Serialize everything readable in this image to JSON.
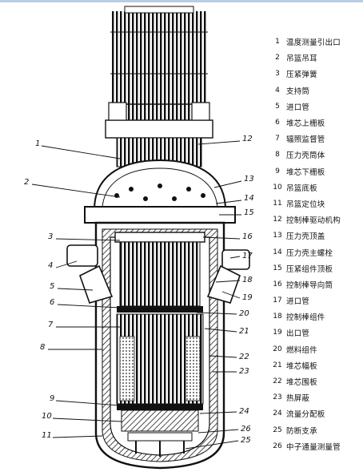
{
  "diagram": {
    "callouts": [
      "1",
      "12",
      "2",
      "13",
      "14",
      "15",
      "3",
      "16",
      "4",
      "17",
      "18",
      "5",
      "19",
      "6",
      "20",
      "7",
      "21",
      "8",
      "22",
      "23",
      "9",
      "24",
      "10",
      "26",
      "11",
      "25"
    ],
    "legend": [
      {
        "num": "1",
        "label": "温度测量引出口"
      },
      {
        "num": "2",
        "label": "吊篮吊耳"
      },
      {
        "num": "3",
        "label": "压紧弹簧"
      },
      {
        "num": "4",
        "label": "支持筒"
      },
      {
        "num": "5",
        "label": "进口管"
      },
      {
        "num": "6",
        "label": "堆芯上栅板"
      },
      {
        "num": "7",
        "label": "辐照监督管"
      },
      {
        "num": "8",
        "label": "压力壳筒体"
      },
      {
        "num": "9",
        "label": "堆芯下栅板"
      },
      {
        "num": "10",
        "label": "吊篮底板"
      },
      {
        "num": "11",
        "label": "吊篮定位块"
      },
      {
        "num": "12",
        "label": "控制棒驱动机构"
      },
      {
        "num": "13",
        "label": "压力壳顶盖"
      },
      {
        "num": "14",
        "label": "压力壳主螺栓"
      },
      {
        "num": "15",
        "label": "压紧组件顶板"
      },
      {
        "num": "16",
        "label": "控制棒导向筒"
      },
      {
        "num": "17",
        "label": "进口管"
      },
      {
        "num": "18",
        "label": "控制棒组件"
      },
      {
        "num": "19",
        "label": "出口管"
      },
      {
        "num": "20",
        "label": "燃料组件"
      },
      {
        "num": "21",
        "label": "堆芯幅板"
      },
      {
        "num": "22",
        "label": "堆芯围板"
      },
      {
        "num": "23",
        "label": "热屏蔽"
      },
      {
        "num": "24",
        "label": "流量分配板"
      },
      {
        "num": "25",
        "label": "防断支承"
      },
      {
        "num": "26",
        "label": "中子通量测量管"
      }
    ]
  }
}
